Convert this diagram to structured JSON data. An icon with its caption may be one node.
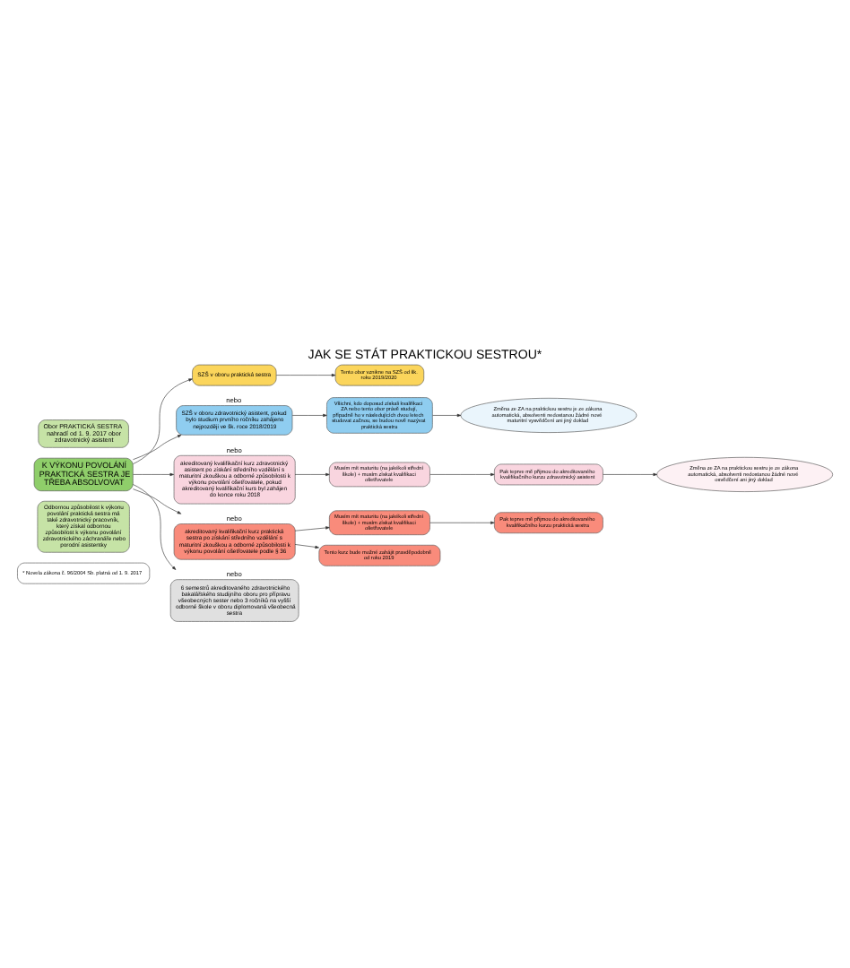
{
  "diagram": {
    "title": "JAK SE STÁT PRAKTICKOU SESTROU*",
    "nodes": [
      {
        "text": [
          "Obor PRAKTICKÁ SESTRA nahradí od 1. 9. 2017 obor zdravotnický asistent"
        ]
      },
      {
        "text": [
          "K VÝKONU POVOLÁNÍ PRAKTICKÁ SESTRA JE TŘEBA ABSOLVOVAT"
        ]
      },
      {
        "text": [
          "Odbornou způsobilost k výkonu povolání praktická sestra má také zdravotnický pracovník, který získal odbornou způsobilost k výkonu povolání zdravotnického záchranáře nebo porodní asistentky"
        ]
      },
      {
        "text": [
          "SZŠ v oboru praktická sestra"
        ]
      },
      {
        "text": [
          "SZŠ v oboru zdravotnický asistent, pokud bylo studium prvního ročníku zahájeno nejpozději ve šk. roce 2018/2019"
        ],
        "beside": [
          "nebo"
        ]
      },
      {
        "text": [
          "akreditovaný kvalifikační kurz zdravotnický asistent po získání středního vzdělání s maturitní zkouškou a odborné způsobilosti k výkonu povolání ošetřovatele, pokud akreditovaný kvalifikační kurs byl zahájen do konce roku 2018"
        ],
        "beside": [
          "nebo"
        ]
      },
      {
        "text": [
          "akreditovaný kvalifikační kurz praktická sestra po získání středního vzdělání s maturitní zkouškou a odborné způsobilosti k výkonu povolání ošetřovatele podle § 36"
        ],
        "beside": [
          "nebo"
        ]
      },
      {
        "text": [
          "6 semestrů akreditovaného zdravotnického bakalářského studijního oboru pro přípravu všeobecných sester nebo 3 ročníků na vyšší odborné škole v oboru diplomovaná všeobecná sestra"
        ],
        "beside": [
          "nebo"
        ]
      },
      {
        "text": [
          "Tento obor vznikne na SZŠ od šk. roku 2019/2020"
        ]
      },
      {
        "text": [
          "Všichni, kdo doposud získali kvalifikaci ZA nebo tento obor právě studují, případně ho v následujících dvou letech studovat začnou, se budou nově nazývat praktická sestra"
        ]
      },
      {
        "text": [
          "Změna ze ZA na praktickou sestru je ze zákona automatická, absolventi nedostanou žádné nové maturitní vysvědčení ani jiný doklad"
        ]
      },
      {
        "text": [
          "Musím mít maturitu (na jakékoli střední škole) + musím získat kvalifikaci ošetřovatele"
        ]
      },
      {
        "text": [
          "Pak teprve mě přijmou do akreditovaného kvalifikačního kurzu zdravotnický asistent"
        ]
      },
      {
        "text": [
          "Změna ze ZA na praktickou sestru je ze zákona automatická, absolventi nedostanou žádné nové osvědčení ani jiný doklad"
        ]
      },
      {
        "text": [
          "Musím mít maturitu (na jakékoli střední škole) + musím získat kvalifikaci ošetřovatele"
        ]
      },
      {
        "text": [
          "Pak teprve mě přijmou do akreditovaného kvalifikačního kurzu praktická sestra"
        ]
      },
      {
        "text": [
          "Tento kurz bude možné zahájit pravděpodobně od roku 2019"
        ]
      },
      {
        "text": [
          "* Novela zákona č. 96/2004 Sb. platná od 1. 9. 2017"
        ]
      }
    ],
    "edges": [
      {
        "from": 1,
        "to": 3,
        "arrow": "to"
      },
      {
        "from": 1,
        "to": 4,
        "arrow": "to"
      },
      {
        "from": 1,
        "to": 5,
        "arrow": "to"
      },
      {
        "from": 1,
        "to": 6,
        "arrow": "to"
      },
      {
        "from": 1,
        "to": 7,
        "arrow": "to"
      },
      {
        "from": 3,
        "to": 8,
        "arrow": "to"
      },
      {
        "from": 4,
        "to": 9,
        "arrow": "to"
      },
      {
        "from": 9,
        "to": 10,
        "arrow": "to"
      },
      {
        "from": 5,
        "to": 11,
        "arrow": "to"
      },
      {
        "from": 11,
        "to": 12,
        "arrow": "to"
      },
      {
        "from": 12,
        "to": 13,
        "arrow": "to"
      },
      {
        "from": 6,
        "to": 14,
        "arrow": "to"
      },
      {
        "from": 14,
        "to": 15,
        "arrow": "to"
      },
      {
        "from": 6,
        "to": 16,
        "arrow": "to"
      }
    ]
  }
}
